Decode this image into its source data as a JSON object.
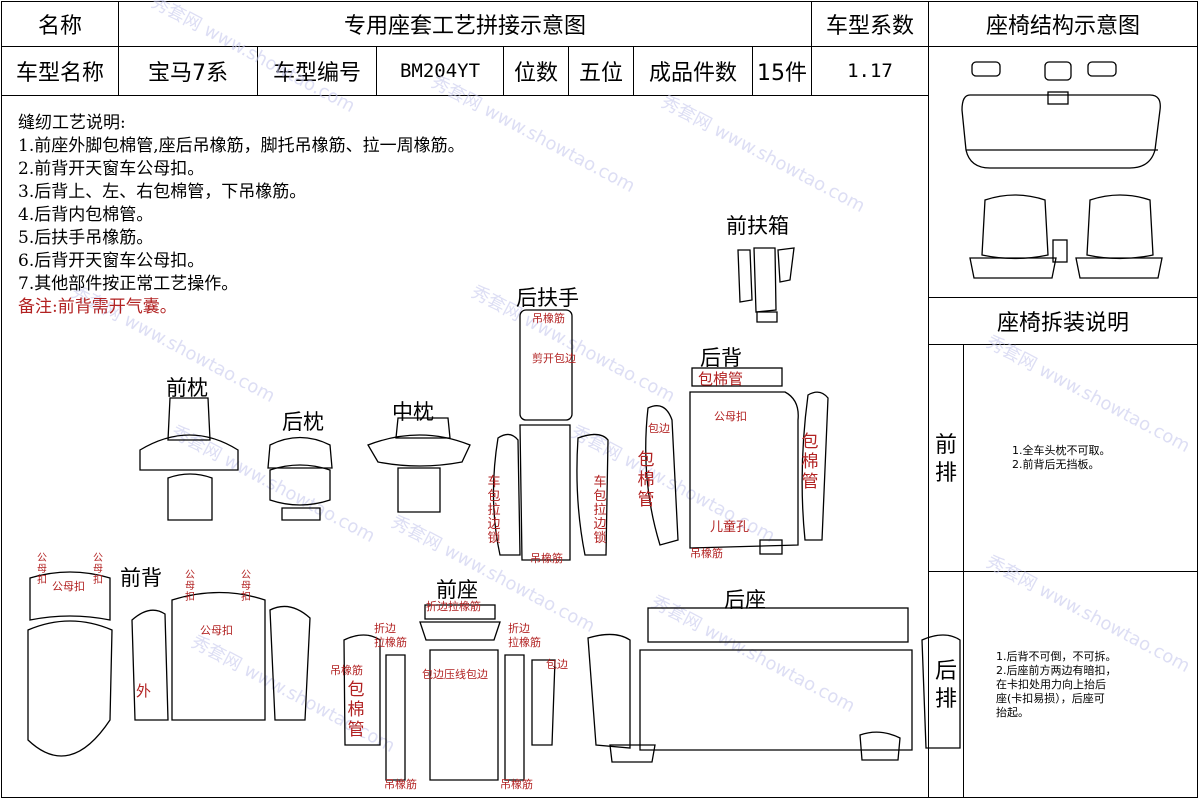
{
  "header": {
    "name_label": "名称",
    "title": "专用座套工艺拼接示意图",
    "coef_label": "车型系数",
    "structure_label": "座椅结构示意图"
  },
  "row2": {
    "model_name_label": "车型名称",
    "model_name": "宝马7系",
    "model_code_label": "车型编号",
    "model_code": "BM204YT",
    "seats_label": "位数",
    "seats": "五位",
    "pieces_label": "成品件数",
    "pieces": "15件",
    "coef": "1.17"
  },
  "notes": {
    "title": "缝纫工艺说明:",
    "items": [
      "1.前座外脚包棉管,座后吊橡筋，脚托吊橡筋、拉一周橡筋。",
      "2.前背开天窗车公母扣。",
      "3.后背上、左、右包棉管，下吊橡筋。",
      "4.后背内包棉管。",
      "5.后扶手吊橡筋。",
      "6.后背开天窗车公母扣。",
      "7.其他部件按正常工艺操作。"
    ],
    "remark": "备注:前背需开气囊。"
  },
  "parts": {
    "front_box": "前扶箱",
    "rear_armrest": "后扶手",
    "rear_back": "后背",
    "front_pillow": "前枕",
    "rear_pillow": "后枕",
    "mid_pillow": "中枕",
    "front_back": "前背",
    "front_seat": "前座",
    "rear_seat": "后座"
  },
  "annotations": {
    "hang_elastic": "吊橡筋",
    "cut_edge": "剪开包边",
    "cotton_tube_h": "包棉管",
    "male_female": "公母扣",
    "fold_elastic": "折边拉橡筋",
    "edge_label": "包边",
    "child_hole": "儿童孔",
    "outer": "外",
    "wrap_edge_pipe": "包边压线包边",
    "fold_edge": "折边",
    "pull_elastic": "拉橡筋",
    "vertical_cotton": "包棉管",
    "vertical_car_edge": "车包拉边锁"
  },
  "disassembly": {
    "title": "座椅拆装说明",
    "front_label": "前排",
    "front_text": "1.全车头枕不可取。\n2.前背后无挡板。",
    "rear_label": "后排",
    "rear_text": "1.后背不可倒，不可拆。\n2.后座前方两边有暗扣，\n在卡扣处用力向上抬后\n座(卡扣易损），后座可\n抬起。"
  },
  "watermark": "秀套网 www.showtao.com"
}
